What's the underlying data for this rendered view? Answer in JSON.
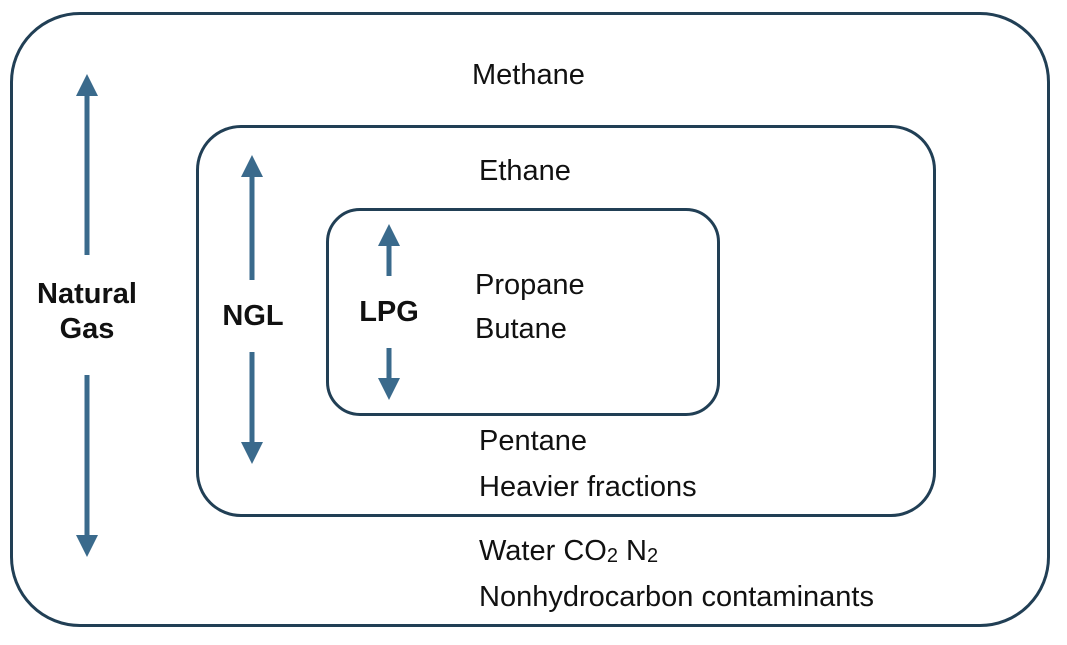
{
  "groups": {
    "natural_gas": {
      "label_line1": "Natural",
      "label_line2": "Gas"
    },
    "ngl": {
      "label": "NGL"
    },
    "lpg": {
      "label": "LPG"
    }
  },
  "components": {
    "methane": "Methane",
    "ethane": "Ethane",
    "propane": "Propane",
    "butane": "Butane",
    "pentane": "Pentane",
    "heavier": "Heavier fractions",
    "water": "Water",
    "co2_base": "CO",
    "co2_sub": "2",
    "n2_base": "N",
    "n2_sub": "2",
    "nonhydrocarbon": "Nonhydrocarbon contaminants"
  },
  "colors": {
    "box_border": "#213f55",
    "arrow": "#3a6a8c",
    "text": "#111111"
  }
}
